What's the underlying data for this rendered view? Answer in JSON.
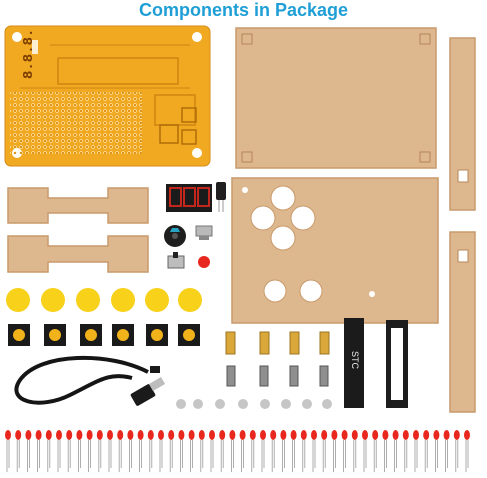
{
  "header": {
    "title": "Components in Package"
  },
  "display_digits": "8.8.8.",
  "colors": {
    "title": "#1f9fd6",
    "pcb": "#f2a922",
    "acrylic": "#ddb88f",
    "acrylic_edge": "#c99a6b",
    "button_cap": "#f7d11a",
    "led_red": "#e8281e"
  },
  "components": [
    "pcb-board",
    "acrylic-top-panel",
    "acrylic-bottom-panel",
    "acrylic-side-bar-top",
    "acrylic-side-bar-bottom",
    "acrylic-spacer-upper",
    "acrylic-spacer-lower",
    "seven-segment-display",
    "electrolytic-capacitor",
    "buzzer",
    "mini-usb-socket",
    "slide-switch",
    "red-led",
    "button-caps",
    "tactile-switches",
    "usb-cable",
    "brass-standoffs",
    "screws",
    "stc-microcontroller",
    "ic-socket",
    "led-strip"
  ]
}
